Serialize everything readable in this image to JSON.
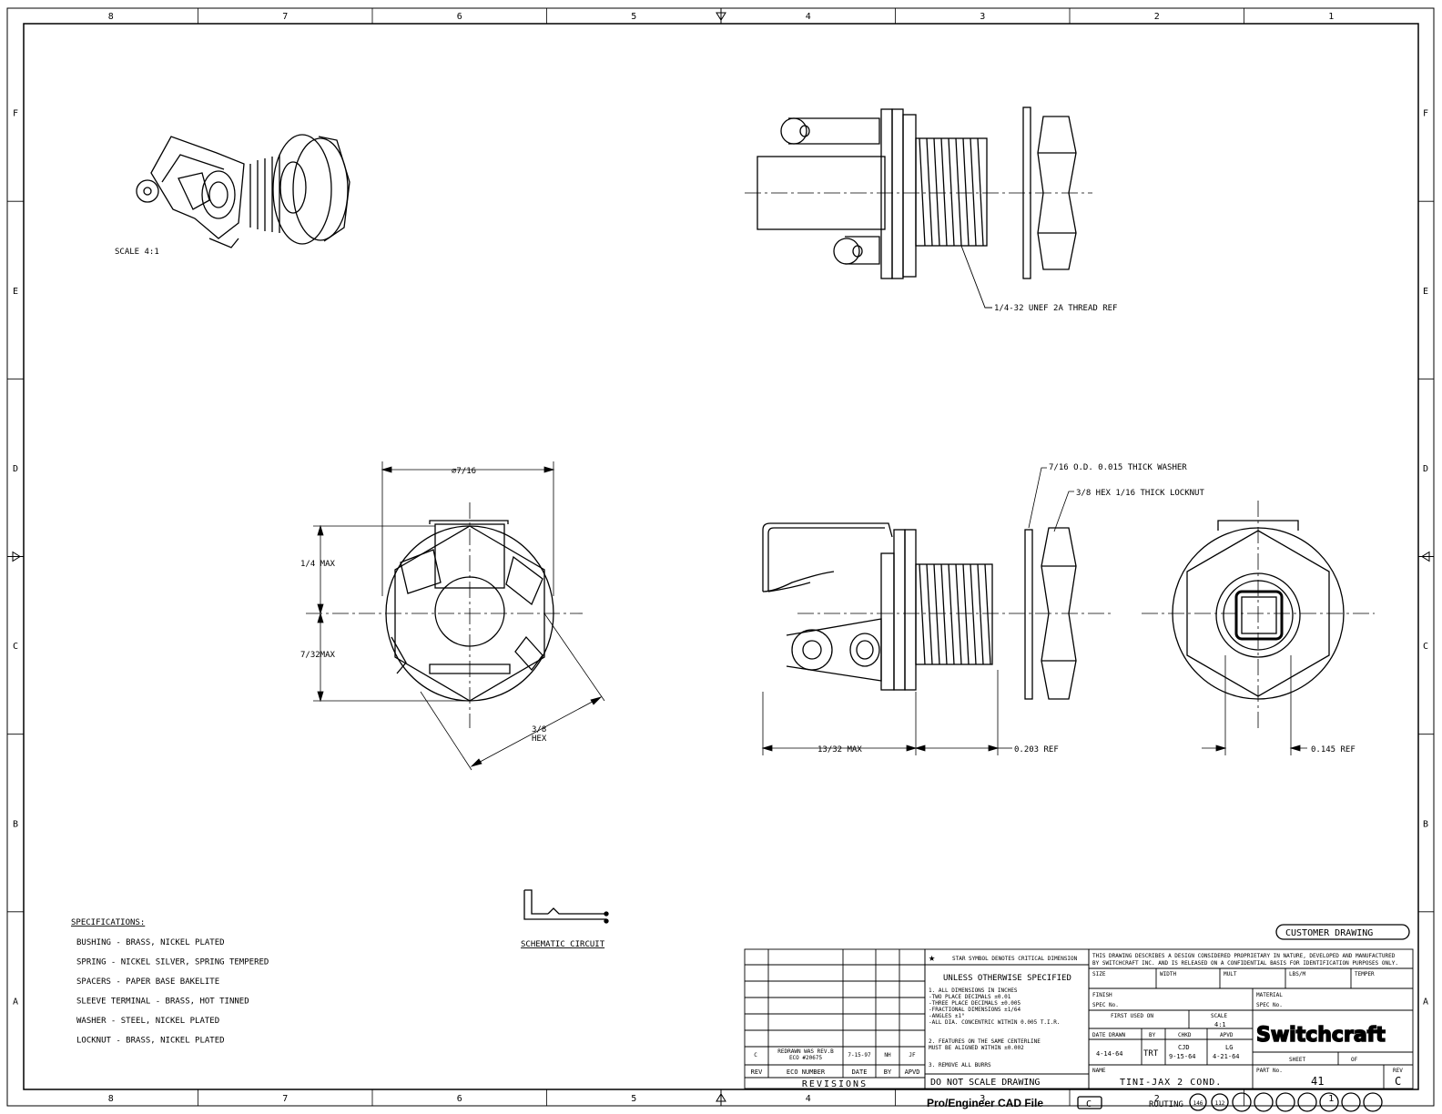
{
  "grid": {
    "columns": [
      "8",
      "7",
      "6",
      "5",
      "4",
      "3",
      "2",
      "1"
    ],
    "rows": [
      "F",
      "E",
      "D",
      "C",
      "B",
      "A"
    ]
  },
  "views": {
    "iso_scale": "SCALE  4:1",
    "thread_note": "1/4-32 UNEF 2A THREAD REF",
    "washer_note": "7/16 O.D. 0.015 THICK WASHER",
    "locknut_note": "3/8 HEX 1/16 THICK LOCKNUT",
    "dim_diameter": "7/16",
    "dim_quarter_max": "1/4 MAX",
    "dim_7_32_max": "7/32MAX",
    "dim_hex_1": "3/8",
    "dim_hex_2": "HEX",
    "dim_13_32": "13/32 MAX",
    "dim_0203": "0.203 REF",
    "dim_0145": "0.145 REF"
  },
  "schematic": {
    "title": "SCHEMATIC CIRCUIT"
  },
  "specifications": {
    "title": "SPECIFICATIONS:",
    "items": [
      "BUSHING - BRASS, NICKEL PLATED",
      "SPRING - NICKEL SILVER, SPRING TEMPERED",
      "SPACERS - PAPER BASE BAKELITE",
      "SLEEVE TERMINAL - BRASS, HOT TINNED",
      "WASHER - STEEL, NICKEL PLATED",
      "LOCKNUT - BRASS, NICKEL PLATED"
    ]
  },
  "customer_drawing": "CUSTOMER DRAWING",
  "revisions": {
    "title": "REVISIONS",
    "headers": [
      "REV",
      "ECO NUMBER",
      "DATE",
      "BY",
      "APVD"
    ],
    "row": {
      "rev": "C",
      "eco_1": "REDRAWN WAS REV.B",
      "eco_2": "ECO #20675",
      "date": "7-15-97",
      "by": "NH",
      "apvd": "JF"
    }
  },
  "notes": {
    "star_note": "STAR SYMBOL DENOTES CRITICAL DIMENSION",
    "unless": "UNLESS OTHERWISE SPECIFIED",
    "lines": [
      "1. ALL DIMENSIONS IN INCHES",
      "  -TWO PLACE DECIMALS    ±0.01",
      "  -THREE PLACE DECIMALS  ±0.005",
      "  -FRACTIONAL DIMENSIONS ±1/64",
      "  -ANGLES                ±1°",
      "  -ALL DIA. CONCENTRIC WITHIN 0.005 T.I.R.",
      "2. FEATURES ON THE SAME CENTERLINE",
      "   MUST BE ALIGNED WITHIN ±0.002",
      "3. REMOVE ALL BURRS"
    ],
    "do_not_scale": "DO NOT SCALE DRAWING"
  },
  "title_block": {
    "proprietary_1": "THIS DRAWING DESCRIBES A DESIGN CONSIDERED PROPRIETARY IN NATURE, DEVELOPED AND MANUFACTURED",
    "proprietary_2": "BY SWITCHCRAFT INC. AND IS RELEASED ON A CONFIDENTIAL BASIS FOR IDENTIFICATION PURPOSES ONLY.",
    "size": "SIZE",
    "width": "WIDTH",
    "mult": "MULT",
    "lbs": "LBS/M",
    "temper": "TEMPER",
    "finish": "FINISH",
    "spec_no": "SPEC No.",
    "material": "MATERIAL",
    "spec_no_2": "SPEC No.",
    "first_used_on": "FIRST USED ON",
    "scale_label": "SCALE",
    "scale_value": "4:1",
    "date_drawn_label": "DATE DRAWN",
    "by_label": "BY",
    "chkd_label": "CHKD",
    "apvd_label": "APVD",
    "date_drawn": "4-14-64",
    "by": "TRT",
    "chkd_1": "CJD",
    "chkd_2": "9-15-64",
    "apvd_1": "LG",
    "apvd_2": "4-21-64",
    "brand": "Switchcraft",
    "sheet": "SHEET",
    "of": "OF",
    "name_label": "NAME",
    "name": "TINI-JAX 2 COND.",
    "part_label": "PART No.",
    "part": "41",
    "rev_label": "REV",
    "rev": "C"
  },
  "footer": {
    "cad": "Pro/Engineer CAD File",
    "cad_mark": "C",
    "routing": "ROUTING",
    "routing_codes": [
      "146",
      "112"
    ]
  }
}
